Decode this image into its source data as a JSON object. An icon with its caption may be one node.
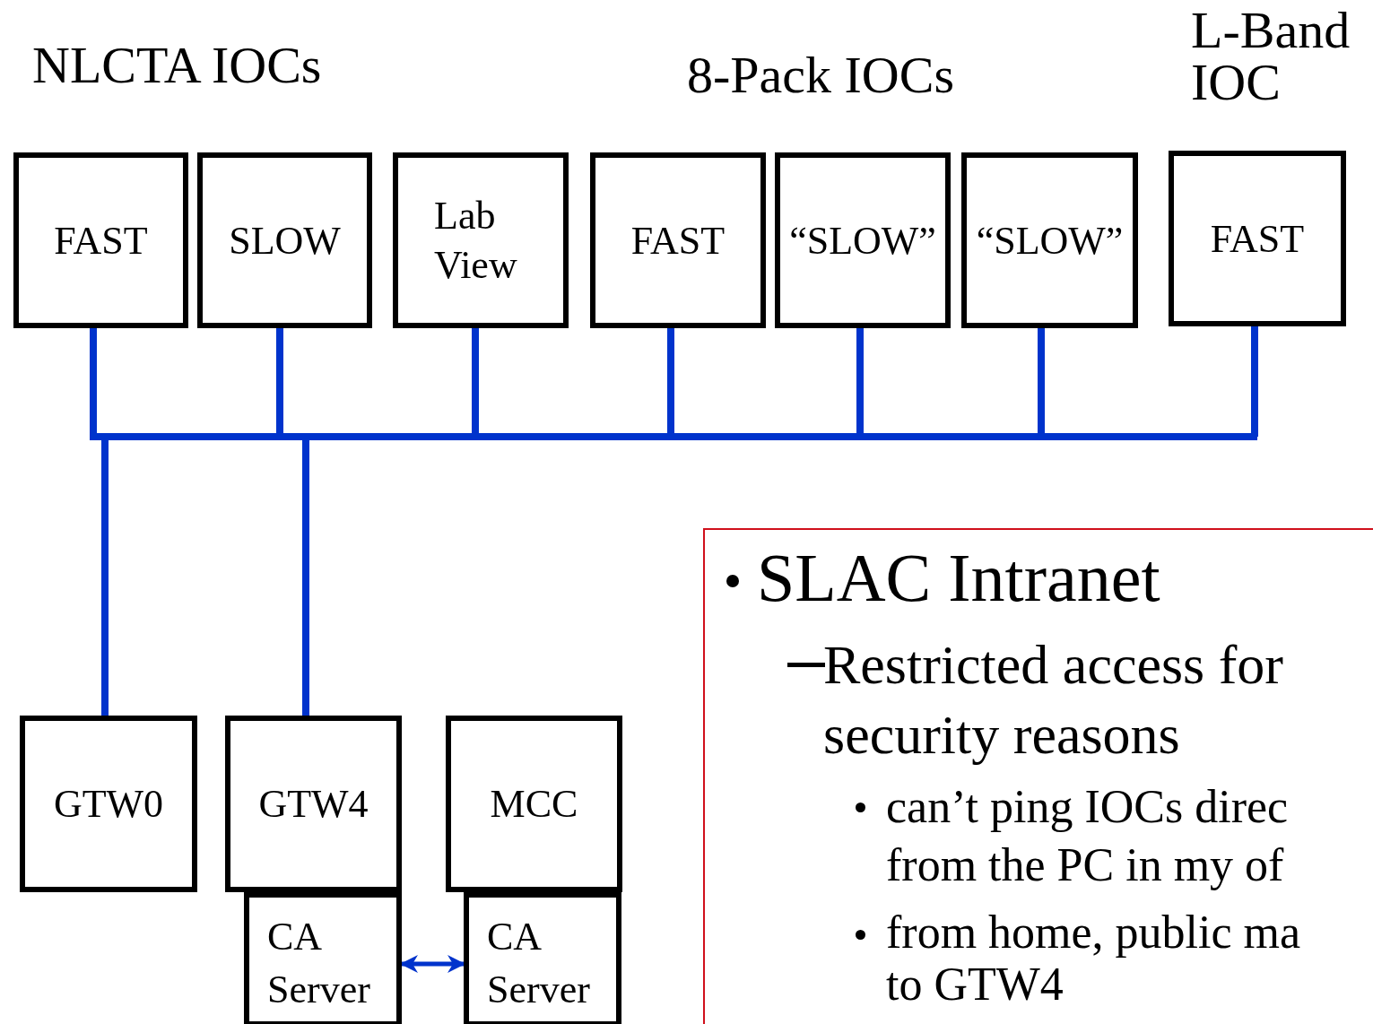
{
  "diagram": {
    "nodes": [
      {
        "text": [
          "FAST"
        ]
      },
      {
        "text": [
          "SLOW"
        ]
      },
      {
        "text": [
          "Lab View"
        ]
      },
      {
        "text": [
          "FAST"
        ]
      },
      {
        "text": [
          "“SLOW”"
        ]
      },
      {
        "text": [
          "“SLOW”"
        ]
      },
      {
        "text": [
          "FAST"
        ]
      },
      {
        "text": [],
        "shape": "bar"
      },
      {
        "text": [
          "GTW0"
        ]
      },
      {
        "text": [
          "GTW4"
        ]
      },
      {
        "text": [
          "MCC"
        ]
      },
      {
        "text": [
          "CA Server"
        ]
      },
      {
        "text": [
          "CA Server"
        ]
      },
      {
        "text": [
          "SLAC Intranet",
          "Restricted access for security reasons",
          "can’t ping IOCs direc from the PC in my of",
          "from home, public ma to GTW4"
        ]
      }
    ],
    "edges": [
      {
        "from": 0,
        "to": 7,
        "arrow": "none"
      },
      {
        "from": 1,
        "to": 7,
        "arrow": "none"
      },
      {
        "from": 2,
        "to": 7,
        "arrow": "none"
      },
      {
        "from": 3,
        "to": 7,
        "arrow": "none"
      },
      {
        "from": 4,
        "to": 7,
        "arrow": "none"
      },
      {
        "from": 5,
        "to": 7,
        "arrow": "none"
      },
      {
        "from": 6,
        "to": 7,
        "arrow": "none"
      },
      {
        "from": 7,
        "to": 8,
        "arrow": "none"
      },
      {
        "from": 7,
        "to": 9,
        "arrow": "none"
      },
      {
        "from": 11,
        "to": 12,
        "arrow": "both"
      }
    ],
    "labels": [
      "NLCTA IOCs",
      "8-Pack IOCs",
      "L-Band IOC"
    ]
  }
}
